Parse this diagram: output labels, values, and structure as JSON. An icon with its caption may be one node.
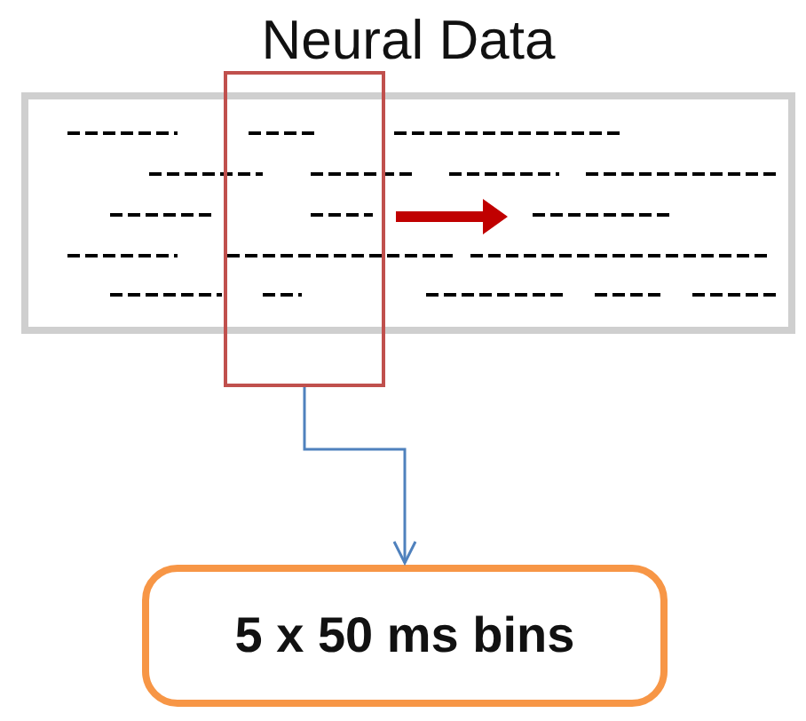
{
  "diagram": {
    "nodes": [
      {
        "text": [
          "Neural Data"
        ]
      },
      {
        "text": [],
        "shape": "box"
      },
      {
        "text": [
          "5 x 50 ms bins"
        ]
      }
    ],
    "edges": [
      {
        "from": 1,
        "to": 2,
        "arrow": "to"
      }
    ]
  }
}
